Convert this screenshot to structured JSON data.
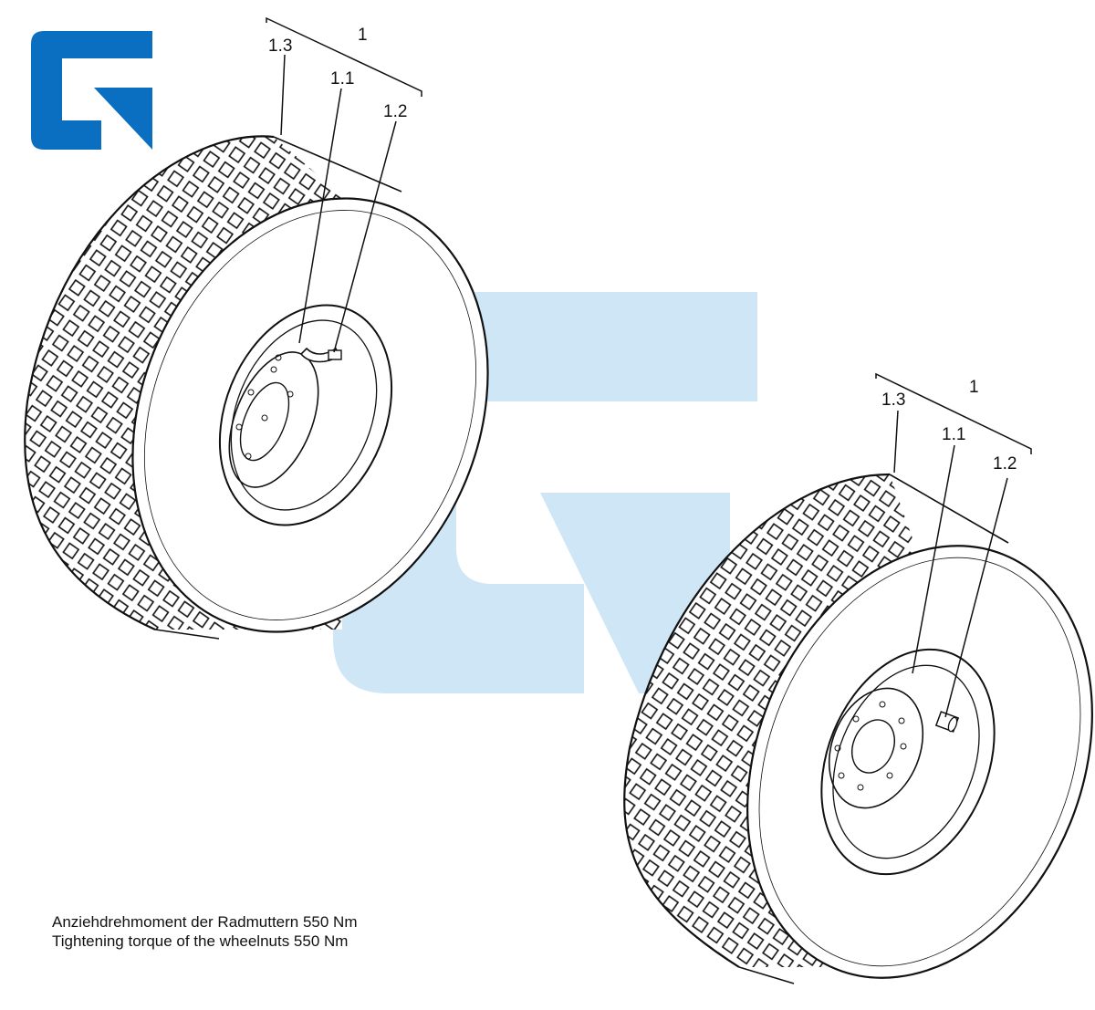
{
  "colors": {
    "logo": "#0b6fc1",
    "watermark": "#cfe6f6",
    "line": "#111111"
  },
  "icons": [
    "company-logo",
    "watermark-logo"
  ],
  "wheel_left": {
    "assembly": "1",
    "rim": "1.1",
    "valve": "1.2",
    "tyre": "1.3"
  },
  "wheel_right": {
    "assembly": "1",
    "rim": "1.1",
    "valve": "1.2",
    "tyre": "1.3"
  },
  "notes": {
    "de": "Anziehdrehmoment der Radmuttern 550 Nm",
    "en": "Tightening torque of the wheelnuts 550 Nm"
  }
}
